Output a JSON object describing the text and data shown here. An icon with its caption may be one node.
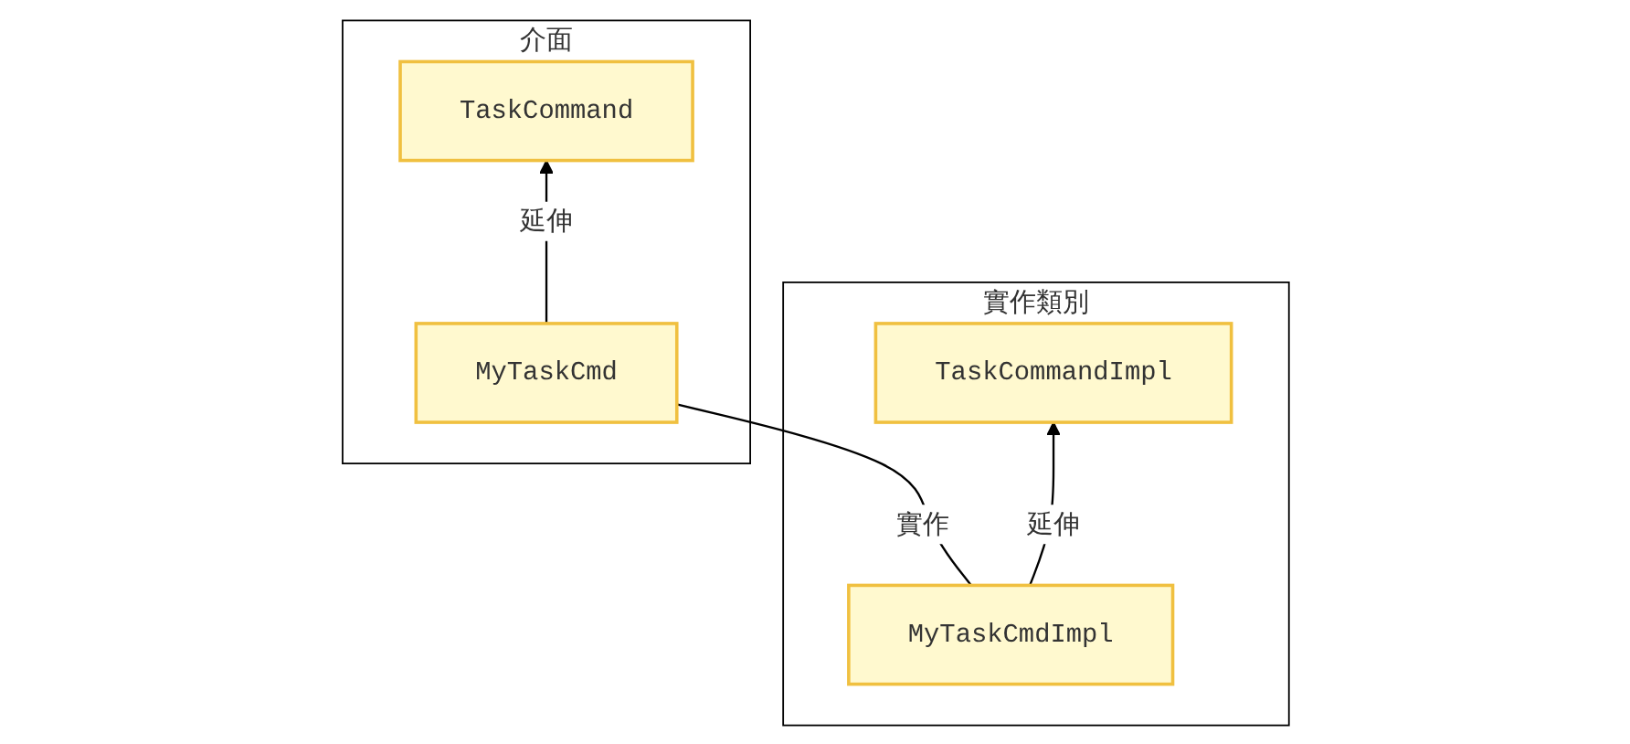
{
  "diagram": {
    "nodes": [
      {
        "text": [
          "實作類別"
        ]
      },
      {
        "text": [
          "TaskCommandImpl"
        ],
        "in": 0
      },
      {
        "text": [
          "MyTaskCmdImpl"
        ],
        "in": 0
      },
      {
        "text": [
          "介面"
        ]
      },
      {
        "text": [
          "TaskCommand"
        ],
        "in": 3
      },
      {
        "text": [
          "MyTaskCmd"
        ],
        "in": 3
      }
    ],
    "edges": [
      {
        "from": 2,
        "to": 1,
        "arrow": "to",
        "label": "延伸"
      },
      {
        "from": 5,
        "to": 4,
        "arrow": "to",
        "label": "延伸"
      },
      {
        "from": 2,
        "to": 5,
        "arrow": "none",
        "label": "實作"
      }
    ]
  }
}
